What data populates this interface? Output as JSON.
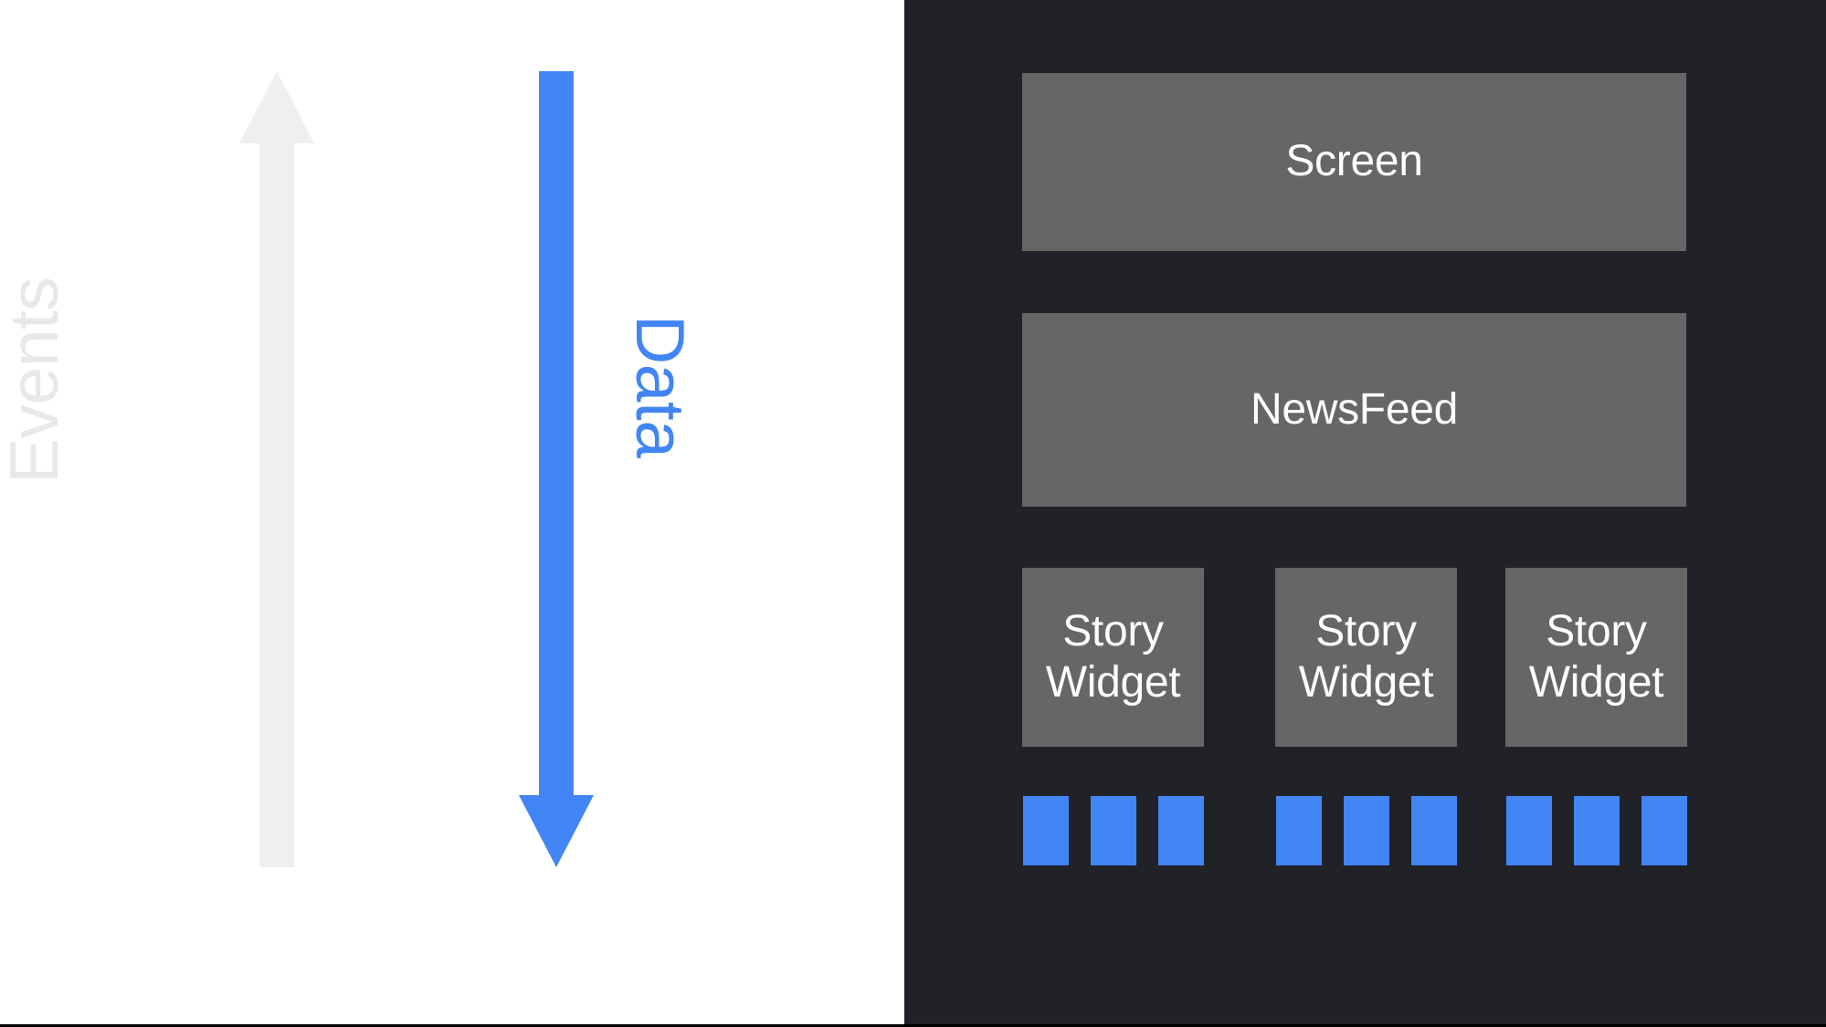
{
  "diagram": {
    "title": "Unidirectional data flow diagram",
    "background_light": "#ffffff",
    "background_dark": "#212227",
    "accent_blue": "#4285f4",
    "box_gray": "#666666"
  },
  "flow_axes": {
    "events": {
      "label": "Events",
      "direction": "up",
      "color": "#e8e8e8"
    },
    "data": {
      "label": "Data",
      "direction": "down",
      "color": "#4285f4"
    }
  },
  "widget_tree": {
    "screen": {
      "label": "Screen"
    },
    "newsfeed": {
      "label": "NewsFeed"
    },
    "stories": [
      {
        "label": "Story\nWidget",
        "bars": 3
      },
      {
        "label": "Story\nWidget",
        "bars": 3
      },
      {
        "label": "Story\nWidget",
        "bars": 3
      }
    ]
  }
}
